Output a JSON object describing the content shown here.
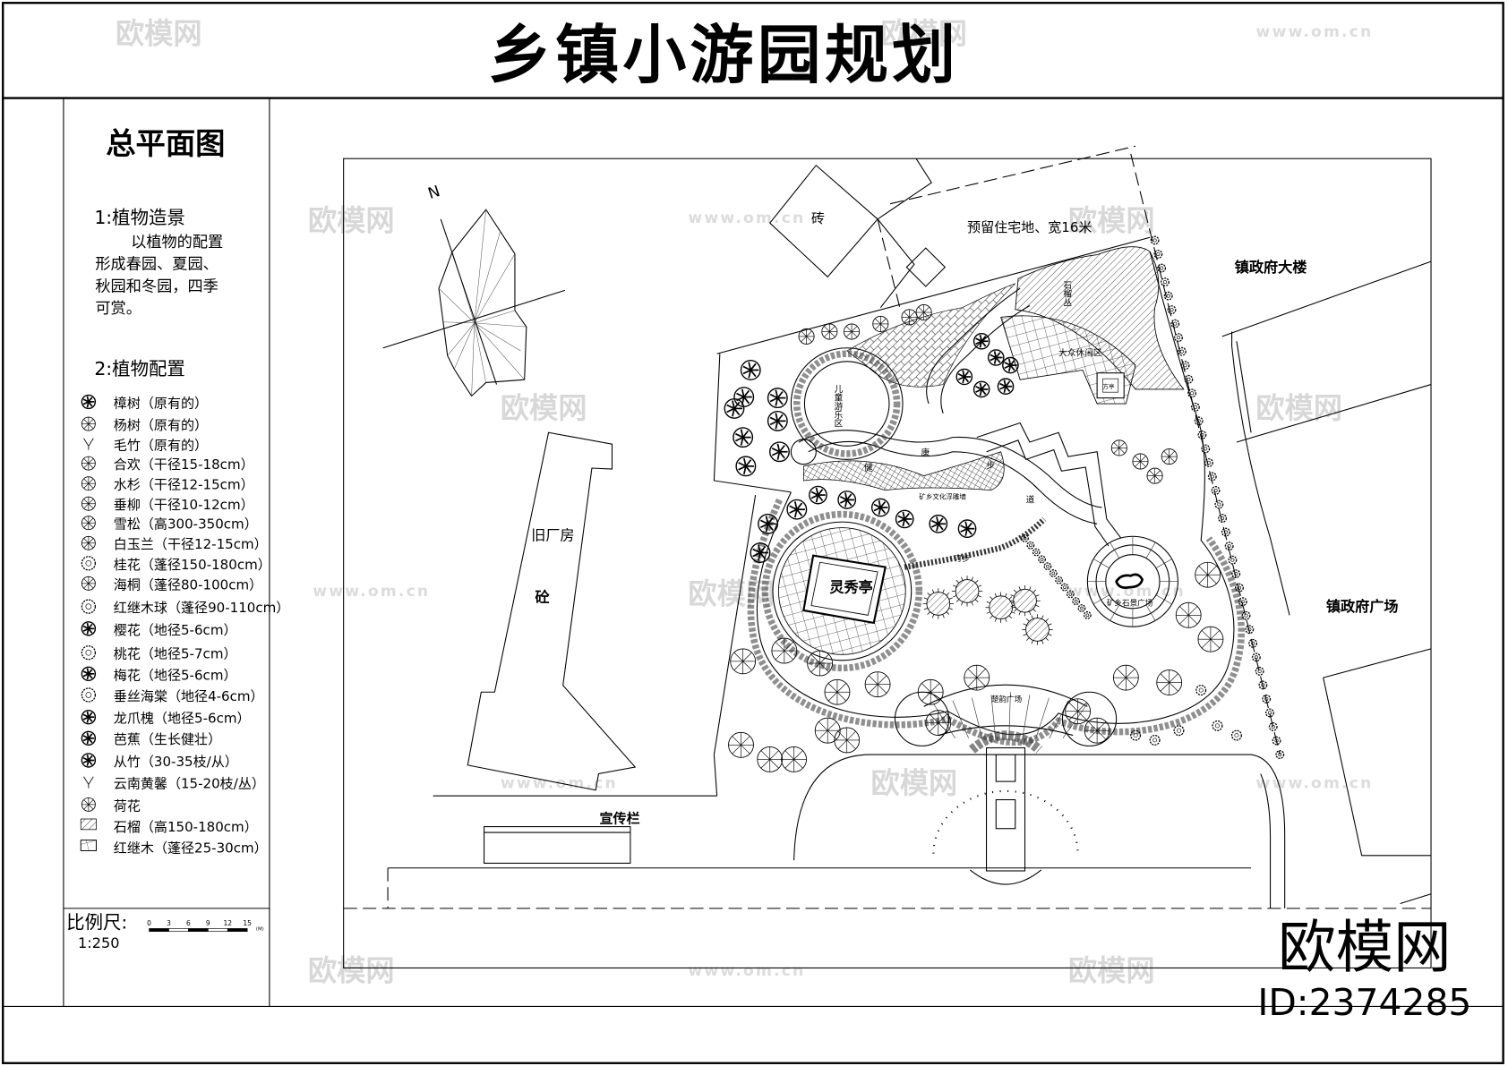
{
  "title": "乡镇小游园规划",
  "sidebar": {
    "heading": "总平面图",
    "section1": {
      "title": "1:植物造景",
      "lines": [
        "以植物的配置",
        "形成春园、夏园、",
        "秋园和冬园，四季",
        "可赏。"
      ]
    },
    "section2": {
      "title": "2:植物配置"
    },
    "legend": [
      {
        "icon": "camphor-tree-icon",
        "label": "樟树（原有的）"
      },
      {
        "icon": "poplar-tree-icon",
        "label": "杨树（原有的）"
      },
      {
        "icon": "moso-bamboo-icon",
        "label": "毛竹（原有的）"
      },
      {
        "icon": "silk-tree-icon",
        "label": "合欢（干径15-18cm）"
      },
      {
        "icon": "metasequoia-icon",
        "label": "水杉（干径12-15cm）"
      },
      {
        "icon": "weeping-willow-icon",
        "label": "垂柳（干径10-12cm）"
      },
      {
        "icon": "cedar-icon",
        "label": "雪松（高300-350cm）"
      },
      {
        "icon": "magnolia-icon",
        "label": "白玉兰（干径12-15cm）"
      },
      {
        "icon": "osmanthus-icon",
        "label": "桂花（蓬径150-180cm）"
      },
      {
        "icon": "pittosporum-icon",
        "label": "海桐（蓬径80-100cm）"
      },
      {
        "icon": "loropetalum-ball-icon",
        "label": "红继木球（蓬径90-110cm）"
      },
      {
        "icon": "cherry-icon",
        "label": "樱花（地径5-6cm）"
      },
      {
        "icon": "peach-icon",
        "label": "桃花（地径5-7cm）"
      },
      {
        "icon": "plum-icon",
        "label": "梅花（地径5-6cm）"
      },
      {
        "icon": "crabapple-icon",
        "label": "垂丝海棠（地径4-6cm）"
      },
      {
        "icon": "pagoda-tree-icon",
        "label": "龙爪槐（地径5-6cm）"
      },
      {
        "icon": "banana-icon",
        "label": "芭蕉（生长健壮）"
      },
      {
        "icon": "bamboo-clump-icon",
        "label": "从竹（30-35枝/从）"
      },
      {
        "icon": "jasmine-icon",
        "label": "云南黄馨（15-20枝/丛）"
      },
      {
        "icon": "lotus-icon",
        "label": "荷花"
      },
      {
        "icon": "pomegranate-hatch-icon",
        "label": "石榴（高150-180cm）"
      },
      {
        "icon": "loropetalum-grid-icon",
        "label": "红继木（蓬径25-30cm）"
      }
    ],
    "scale": {
      "label": "比例尺:",
      "ratio": "1:250",
      "ticks": [
        "0",
        "3",
        "6",
        "9",
        "12",
        "15"
      ],
      "unit": "(M)"
    }
  },
  "plan": {
    "brick": "砖",
    "reserved_land": "预留住宅地、宽16米",
    "gov_building": "镇政府大楼",
    "gov_square": "镇政府广场",
    "old_factory": "旧厂房",
    "concrete": "砼",
    "bulletin_board": "宣传栏",
    "pomegranate_grove": "石榴丛",
    "leisure_area": "大众休闲区",
    "square_pavilion": "方亭",
    "kids_area": "儿童游乐区",
    "fitness_trail": [
      "健",
      "康",
      "步",
      "道"
    ],
    "relief_wall": "矿乡文化浮雕墙",
    "stepping_stones": "汀步",
    "pavilion": "灵秀亭",
    "stone_square": "矿乡石景广场",
    "fan_square": "楚韵广场",
    "north_mark": "N"
  },
  "watermark": {
    "brand": "欧模网",
    "id": "ID:2374285",
    "faint_brand": "欧模网",
    "faint_url": "www.om.cn"
  }
}
